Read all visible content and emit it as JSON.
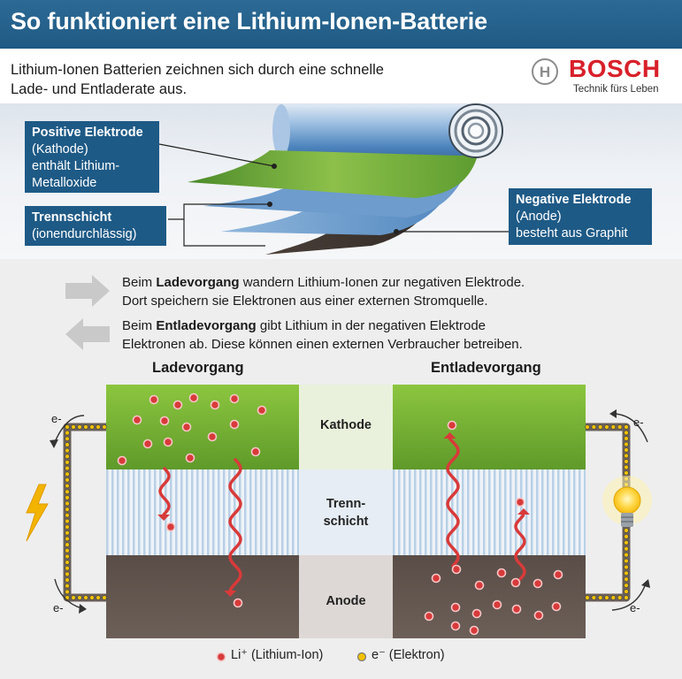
{
  "header": {
    "title": "So funktioniert eine Lithium-Ionen-Batterie"
  },
  "intro": {
    "line1": "Lithium-Ionen Batterien zeichnen sich durch eine schnelle",
    "line2": "Lade- und Entladerate aus."
  },
  "logo": {
    "wordmark": "BOSCH",
    "tagline": "Technik fürs Leben",
    "color": "#d8202a"
  },
  "labels": {
    "positive": {
      "title": "Positive Elektrode",
      "line2": "(Kathode)",
      "line3": "enthält Lithium-",
      "line4": "Metalloxide"
    },
    "separator": {
      "title": "Trennschicht",
      "line2": "(ionendurchlässig)"
    },
    "negative": {
      "title": "Negative Elektrode",
      "line2": "(Anode)",
      "line3": "besteht aus Graphit"
    }
  },
  "explain": {
    "charge": {
      "pre": "Beim ",
      "keyword": "Ladevorgang",
      "post": " wandern Lithium-Ionen zur negativen Elektrode.",
      "line2": "Dort speichern sie Elektronen aus einer externen Stromquelle."
    },
    "discharge": {
      "pre": "Beim ",
      "keyword": "Entladevorgang",
      "post": " gibt Lithium in der negativen Elektrode",
      "line2": "Elektronen ab. Diese können einen externen Verbraucher betreiben."
    }
  },
  "diagram": {
    "charge_title": "Ladevorgang",
    "discharge_title": "Entladevorgang",
    "layer_kathode": "Kathode",
    "layer_trenn_1": "Trenn-",
    "layer_trenn_2": "schicht",
    "layer_anode": "Anode",
    "electron_label": "e-"
  },
  "legend": {
    "li_label": "Li⁺ (Lithium-Ion)",
    "e_label": "e⁻ (Elektron)"
  },
  "colors": {
    "header": "#1f5a84",
    "label_box": "#1e5a86",
    "kathode_green": "#7cb342",
    "ion_red": "#d83a3a",
    "electron_yellow": "#f2c200"
  }
}
